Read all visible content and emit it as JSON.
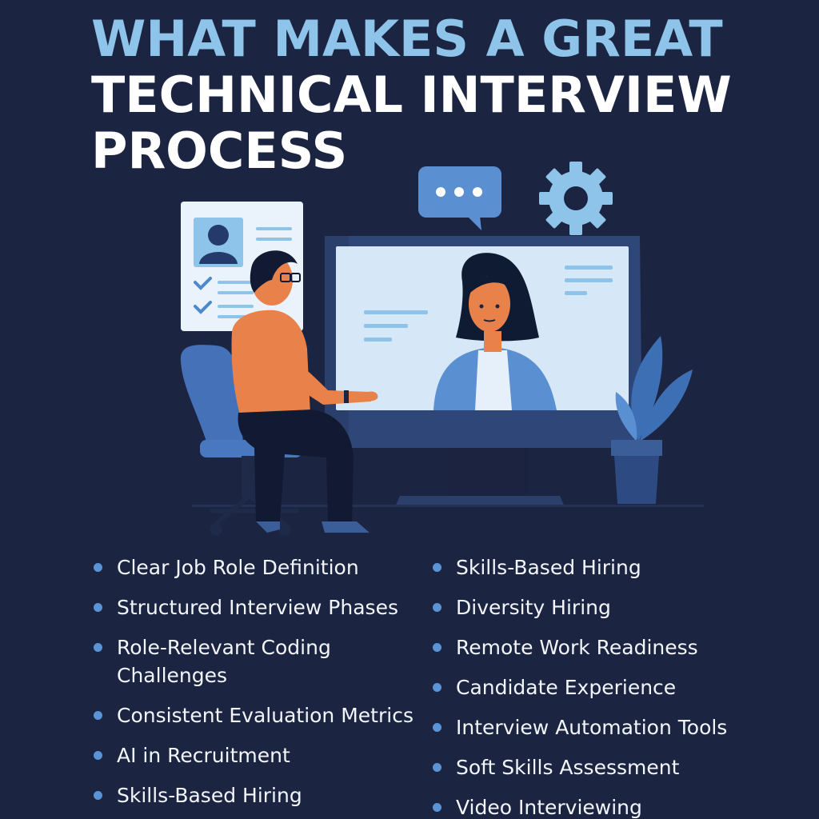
{
  "header": {
    "title_line1": "WHAT MAKES A GREAT",
    "title_line2": "TECHNICAL INTERVIEW",
    "title_line3": "PROCESS"
  },
  "illustration": {
    "icons": [
      "chat-bubble-icon",
      "gear-icon",
      "resume-card-icon",
      "checkmark-icon",
      "plant-icon",
      "monitor-icon"
    ]
  },
  "list_left": [
    "Clear Job Role Definition",
    "Structured Interview Phases",
    "Role-Relevant Coding Challenges",
    "Consistent Evaluation Metrics",
    "AI in Recruitment",
    "Skills-Based Hiring"
  ],
  "list_right": [
    "Skills-Based Hiring",
    "Diversity Hiring",
    "Remote Work Readiness",
    "Candidate Experience",
    "Interview Automation Tools",
    "Soft Skills Assessment",
    "Video Interviewing"
  ],
  "colors": {
    "background": "#1b2441",
    "accent_blue": "#8ec3ea",
    "bullet": "#5a93d6",
    "shirt": "#e8824a"
  }
}
